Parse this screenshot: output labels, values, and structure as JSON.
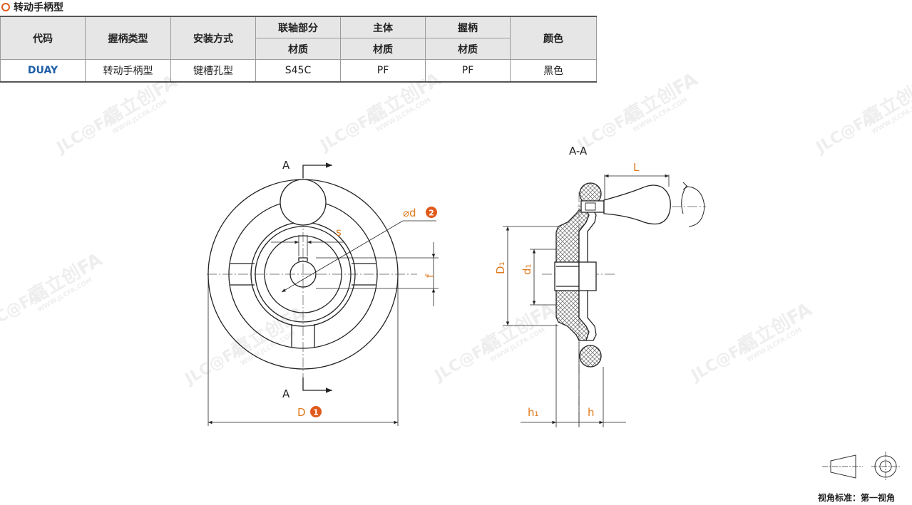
{
  "title": "转动手柄型",
  "table": {
    "headers": {
      "code": "代码",
      "grip_type": "握柄类型",
      "mount": "安装方式",
      "shaft_part": "联轴部分",
      "body": "主体",
      "grip": "握柄",
      "color": "颜色",
      "material": "材质"
    },
    "row": {
      "code": "DUAY",
      "grip_type": "转动手柄型",
      "mount": "键槽孔型",
      "shaft_material": "S45C",
      "body_material": "PF",
      "grip_material": "PF",
      "color": "黑色"
    }
  },
  "watermark": {
    "brand": "嘉立创FA",
    "logo": "JLC@FA",
    "url": "WWW.JLCFA.COM"
  },
  "labels": {
    "section_top": "A",
    "section_bottom": "A",
    "section_view": "A-A",
    "dim_bore": "⌀d",
    "dim_bore_badge": "2",
    "dim_key": "s",
    "dim_f": "f",
    "dim_D": "D",
    "dim_D_badge": "1",
    "dim_L": "L",
    "dim_D1": "D₁",
    "dim_d1": "d₁",
    "dim_h1": "h₁",
    "dim_h": "h"
  },
  "colors": {
    "accent": "#e05a1c",
    "dim_text": "#e07a1c",
    "code_blue": "#1f5fa8",
    "header_bg": "#e6e6e6"
  },
  "view_standard": "视角标准：第一视角"
}
